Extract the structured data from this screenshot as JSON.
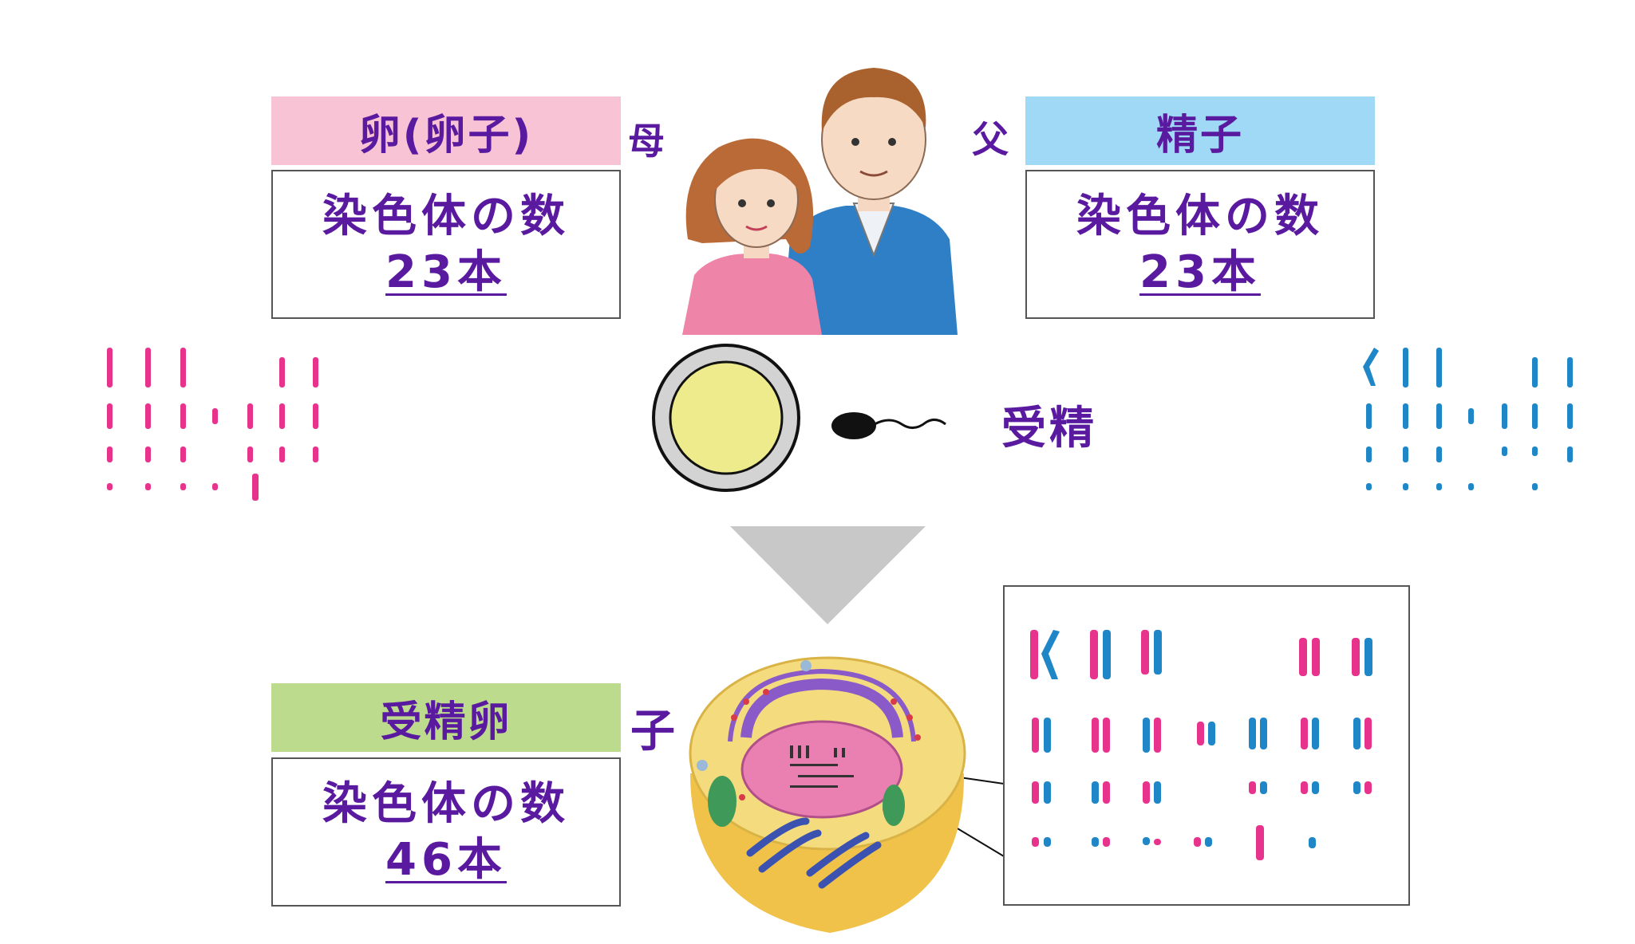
{
  "colors": {
    "purple_text": "#5a1aa0",
    "egg_header_bg": "#f9c3d6",
    "sperm_header_bg": "#9fd9f6",
    "zygote_header_bg": "#bddb8d",
    "maternal_chromosome": "#e8338c",
    "paternal_chromosome": "#1f86c8",
    "arrow_gray": "#c8c8c8"
  },
  "egg": {
    "header": "卵(卵子)",
    "side_label": "母",
    "chromosome_label": "染色体の数",
    "chromosome_count": "23本"
  },
  "sperm": {
    "header": "精子",
    "side_label": "父",
    "chromosome_label": "染色体の数",
    "chromosome_count": "23本"
  },
  "fertilization": {
    "label": "受精"
  },
  "zygote": {
    "header": "受精卵",
    "side_label": "子",
    "chromosome_label": "染色体の数",
    "chromosome_count": "46本"
  }
}
